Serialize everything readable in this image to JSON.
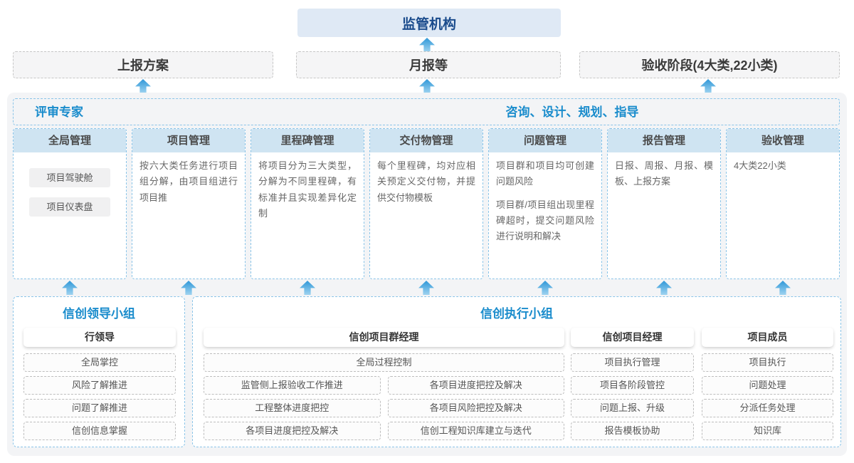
{
  "top": {
    "regulator_label": "监管机构"
  },
  "report_row": {
    "box1": "上报方案",
    "box2": "月报等",
    "box3": "验收阶段(4大类,22小类)"
  },
  "platform": {
    "left_header": "评审专家",
    "right_header": "咨询、设计、规划、指导",
    "columns": [
      {
        "title": "全局管理",
        "pills": [
          "项目驾驶舱",
          "项目仪表盘"
        ]
      },
      {
        "title": "项目管理",
        "paragraphs": [
          "按六大类任务进行项目组分解，由项目组进行项目推"
        ]
      },
      {
        "title": "里程碑管理",
        "paragraphs": [
          "将项目分为三大类型，分解为不同里程碑，有标准并且实现差异化定制"
        ]
      },
      {
        "title": "交付物管理",
        "paragraphs": [
          "每个里程碑，均对应相关预定义交付物，并提供交付物模板"
        ]
      },
      {
        "title": "问题管理",
        "paragraphs": [
          "项目群和项目均可创建问题风险",
          "项目群/项目组出现里程碑超时，提交问题风险进行说明和解决"
        ]
      },
      {
        "title": "报告管理",
        "paragraphs": [
          "日报、周报、月报、模板、上报方案"
        ]
      },
      {
        "title": "验收管理",
        "paragraphs": [
          "4大类22小类"
        ]
      }
    ]
  },
  "groups": {
    "leader": {
      "title": "信创领导小组",
      "role": "行领导",
      "items": [
        "全局掌控",
        "风险了解推进",
        "问题了解推进",
        "信创信息掌握"
      ]
    },
    "executive": {
      "title": "信创执行小组",
      "program_manager": {
        "role": "信创项目群经理",
        "full_item": "全局过程控制",
        "left_items": [
          "监管侧上报验收工作推进",
          "工程整体进度把控",
          "各项目进度把控及解决"
        ],
        "right_items": [
          "各项目进度把控及解决",
          "各项目风险把控及解决",
          "信创工程知识库建立与迭代"
        ]
      },
      "project_manager": {
        "role": "信创项目经理",
        "items": [
          "项目执行管理",
          "项目各阶段管控",
          "问题上报、升级",
          "报告模板协助"
        ]
      },
      "member": {
        "role": "项目成员",
        "items": [
          "项目执行",
          "问题处理",
          "分派任务处理",
          "知识库"
        ]
      }
    }
  },
  "colors": {
    "accent_blue": "#1a8ccc",
    "regulator_text": "#1a4b8c",
    "regulator_bg": "#dfe9f5",
    "column_header_bg": "#cfe4f2",
    "dashed_blue_border": "#8ac4e8",
    "arrow_blue": "#2f97d8"
  }
}
